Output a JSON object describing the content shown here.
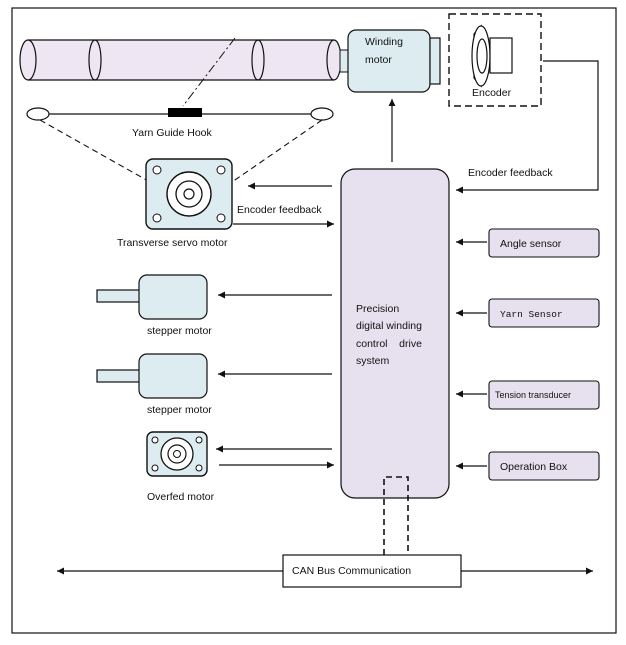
{
  "colors": {
    "motor_fill": "#dcecf0",
    "box_fill": "#e7e0ee",
    "roller_fill": "#eee6f2",
    "stroke": "#111111"
  },
  "labels": {
    "winding_motor": [
      "Winding",
      "motor"
    ],
    "encoder": "Encoder",
    "yarn_guide_hook": "Yarn Guide Hook",
    "encoder_feedback_top": "Encoder feedback",
    "encoder_feedback_servo": "Encoder feedback",
    "transverse_servo_motor": "Transverse servo motor",
    "stepper_motor_1": "stepper motor",
    "stepper_motor_2": "stepper motor",
    "overfed_motor": "Overfed motor",
    "controller": [
      "Precision",
      "digital winding",
      "control    drive",
      "system"
    ],
    "angle_sensor": "Angle sensor",
    "yarn_sensor": "Yarn Sensor",
    "tension_transducer": "Tension transducer",
    "operation_box": "Operation Box",
    "can_bus": "CAN Bus Communication"
  }
}
